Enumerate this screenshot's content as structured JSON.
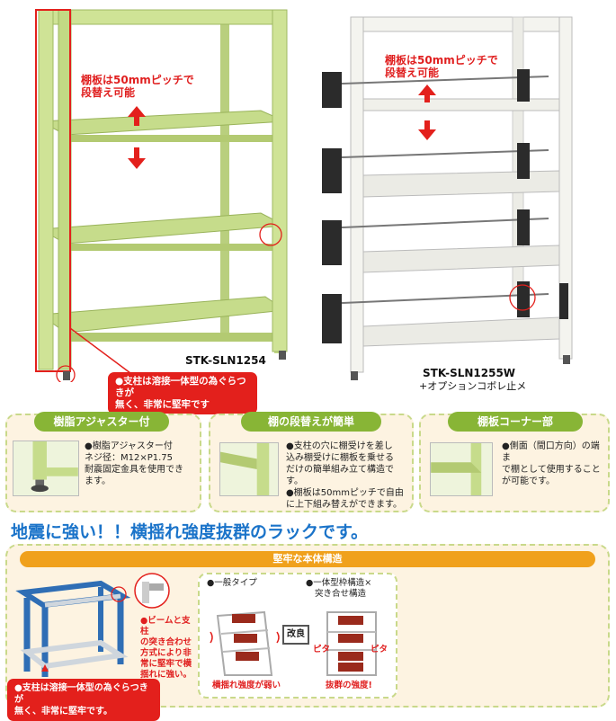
{
  "top": {
    "green_note": [
      "棚板は50mmピッチで",
      "段替え可能"
    ],
    "white_note": [
      "棚板は50mmピッチで",
      "段替え可能"
    ],
    "green_model": "STK-SLN1254",
    "white_model": "STK-SLN1255W",
    "white_option": "+オプションコボレ止メ",
    "callout": [
      "●支柱は溶接一体型の為ぐらつきが",
      "無く、非常に堅牢です"
    ]
  },
  "features": [
    {
      "title": "樹脂アジャスター付",
      "lines": [
        "●樹脂アジャスター付",
        "ネジ径：M12×P1.75",
        "耐震固定金具を使用でき",
        "ます。"
      ]
    },
    {
      "title": "棚の段替えが簡単",
      "lines": [
        "●支柱の穴に棚受けを差し",
        "込み棚受けに棚板を乗せる",
        "だけの簡単組み立て構造で",
        "す。",
        "●棚板は50mmピッチで自由",
        "に上下組み替えができます。"
      ]
    },
    {
      "title": "棚板コーナー部",
      "lines": [
        "●側面（間口方向）の端ま",
        "で棚として使用すること",
        "が可能です。"
      ]
    }
  ],
  "headline": "地震に強い！！横揺れ強度抜群のラックです。",
  "structure": {
    "title": "堅牢な本体構造",
    "beam_note": [
      "●ビームと支柱",
      "の突き合わせ",
      "方式により非",
      "常に堅牢で横",
      "揺れに強い。"
    ],
    "callout": [
      "●支柱は溶接一体型の為ぐらつきが",
      "無く、非常に堅牢です。"
    ],
    "general_label": "●一般タイプ",
    "general_caption": "横揺れ強度が弱い",
    "improve_label": "改良",
    "integrated_label": [
      "●一体型枠構造×",
      "突き合せ構造"
    ],
    "integrated_caption": "抜群の強度!",
    "pita": "ピタ"
  },
  "colors": {
    "accent_green": "#88b536",
    "accent_orange": "#f0a11c",
    "headline_blue": "#1a73c9",
    "alert_red": "#e3201c"
  }
}
